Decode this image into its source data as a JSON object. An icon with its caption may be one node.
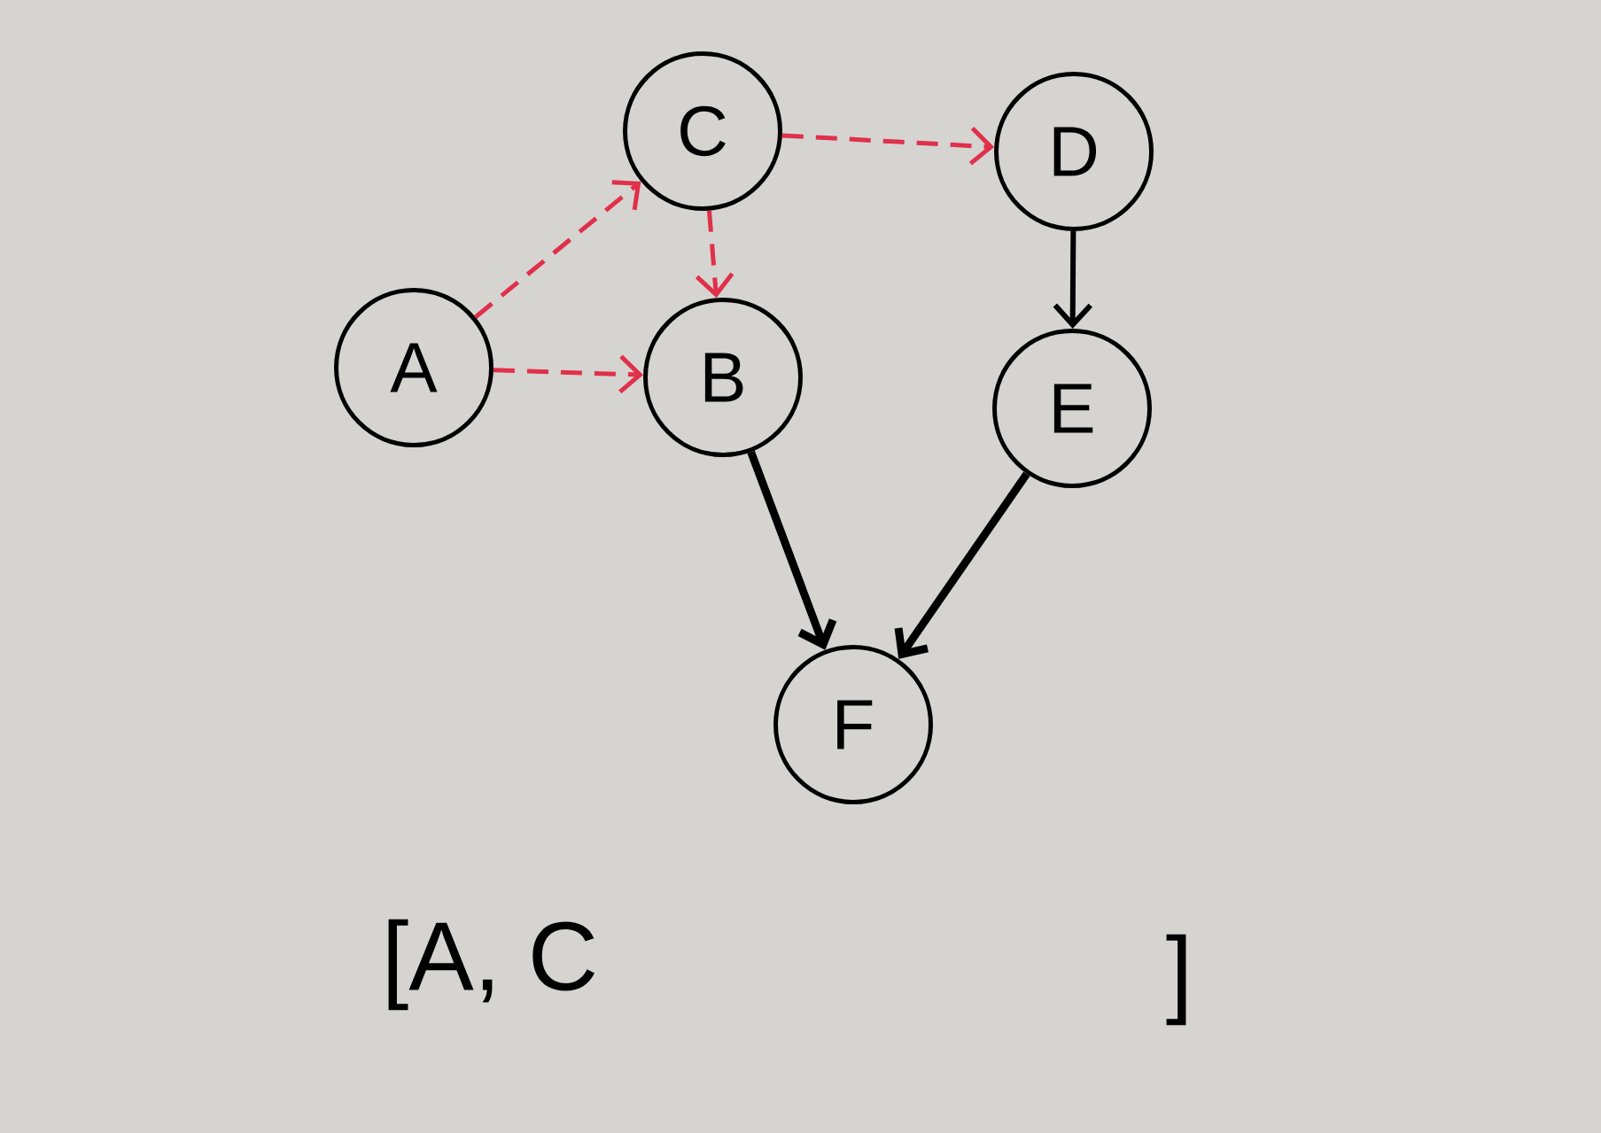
{
  "diagram": {
    "nodes": [
      {
        "text": [
          "A"
        ]
      },
      {
        "text": [
          "B"
        ]
      },
      {
        "text": [
          "C"
        ]
      },
      {
        "text": [
          "D"
        ]
      },
      {
        "text": [
          "E"
        ]
      },
      {
        "text": [
          "F"
        ]
      }
    ],
    "edges": [
      {
        "from": 0,
        "to": 2,
        "arrow": "to",
        "style": "dashed",
        "color": "#e0304a"
      },
      {
        "from": 0,
        "to": 1,
        "arrow": "to",
        "style": "dashed",
        "color": "#e0304a"
      },
      {
        "from": 2,
        "to": 1,
        "arrow": "to",
        "style": "dashed",
        "color": "#e0304a"
      },
      {
        "from": 2,
        "to": 3,
        "arrow": "to",
        "style": "dashed",
        "color": "#e0304a"
      },
      {
        "from": 3,
        "to": 4,
        "arrow": "to",
        "color": "#000000"
      },
      {
        "from": 1,
        "to": 5,
        "arrow": "to",
        "style": "thick",
        "color": "#000000"
      },
      {
        "from": 4,
        "to": 5,
        "arrow": "to",
        "style": "thick",
        "color": "#000000"
      }
    ],
    "labels": [
      "[A, C",
      "]"
    ]
  }
}
